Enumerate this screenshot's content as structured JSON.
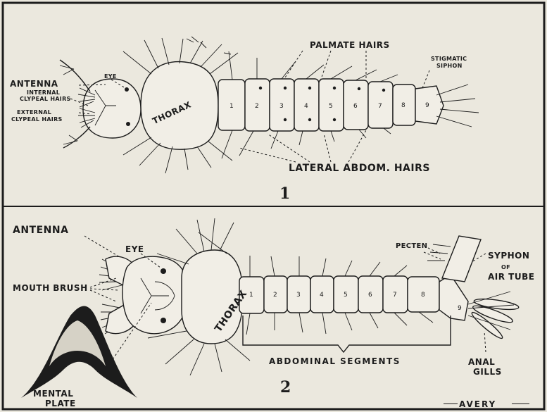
{
  "figure1": {
    "number": "1",
    "labels": {
      "antenna": "ANTENNA",
      "eye": "EYE",
      "internal_clypeal_hairs": [
        "INTERNAL",
        "CLYPEAL HAIRS"
      ],
      "external_clypeal_hairs": [
        "EXTERNAL",
        "CLYPEAL HAIRS"
      ],
      "thorax": "THORAX",
      "palmate_hairs": "PALMATE HAIRS",
      "stigmatic_siphon": [
        "STIGMATIC",
        "SIPHON"
      ],
      "lateral_abdom_hairs": "LATERAL ABDOM. HAIRS"
    },
    "segments": [
      "1",
      "2",
      "3",
      "4",
      "5",
      "6",
      "7",
      "8",
      "9"
    ]
  },
  "figure2": {
    "number": "2",
    "labels": {
      "antenna": "ANTENNA",
      "eye": "EYE",
      "mouth_brush": "MOUTH BRUSH",
      "thorax": "THORAX",
      "mental_plate": [
        "MENTAL",
        "PLATE"
      ],
      "pecten": "PECTEN",
      "syphon": [
        "SYPHON",
        "OF",
        "AIR TUBE"
      ],
      "abdominal_segments": "ABDOMINAL SEGMENTS",
      "anal_gills": [
        "ANAL",
        "GILLS"
      ]
    },
    "segments": [
      "1",
      "2",
      "3",
      "4",
      "5",
      "6",
      "7",
      "8",
      "9"
    ]
  },
  "signature": "AVERY"
}
